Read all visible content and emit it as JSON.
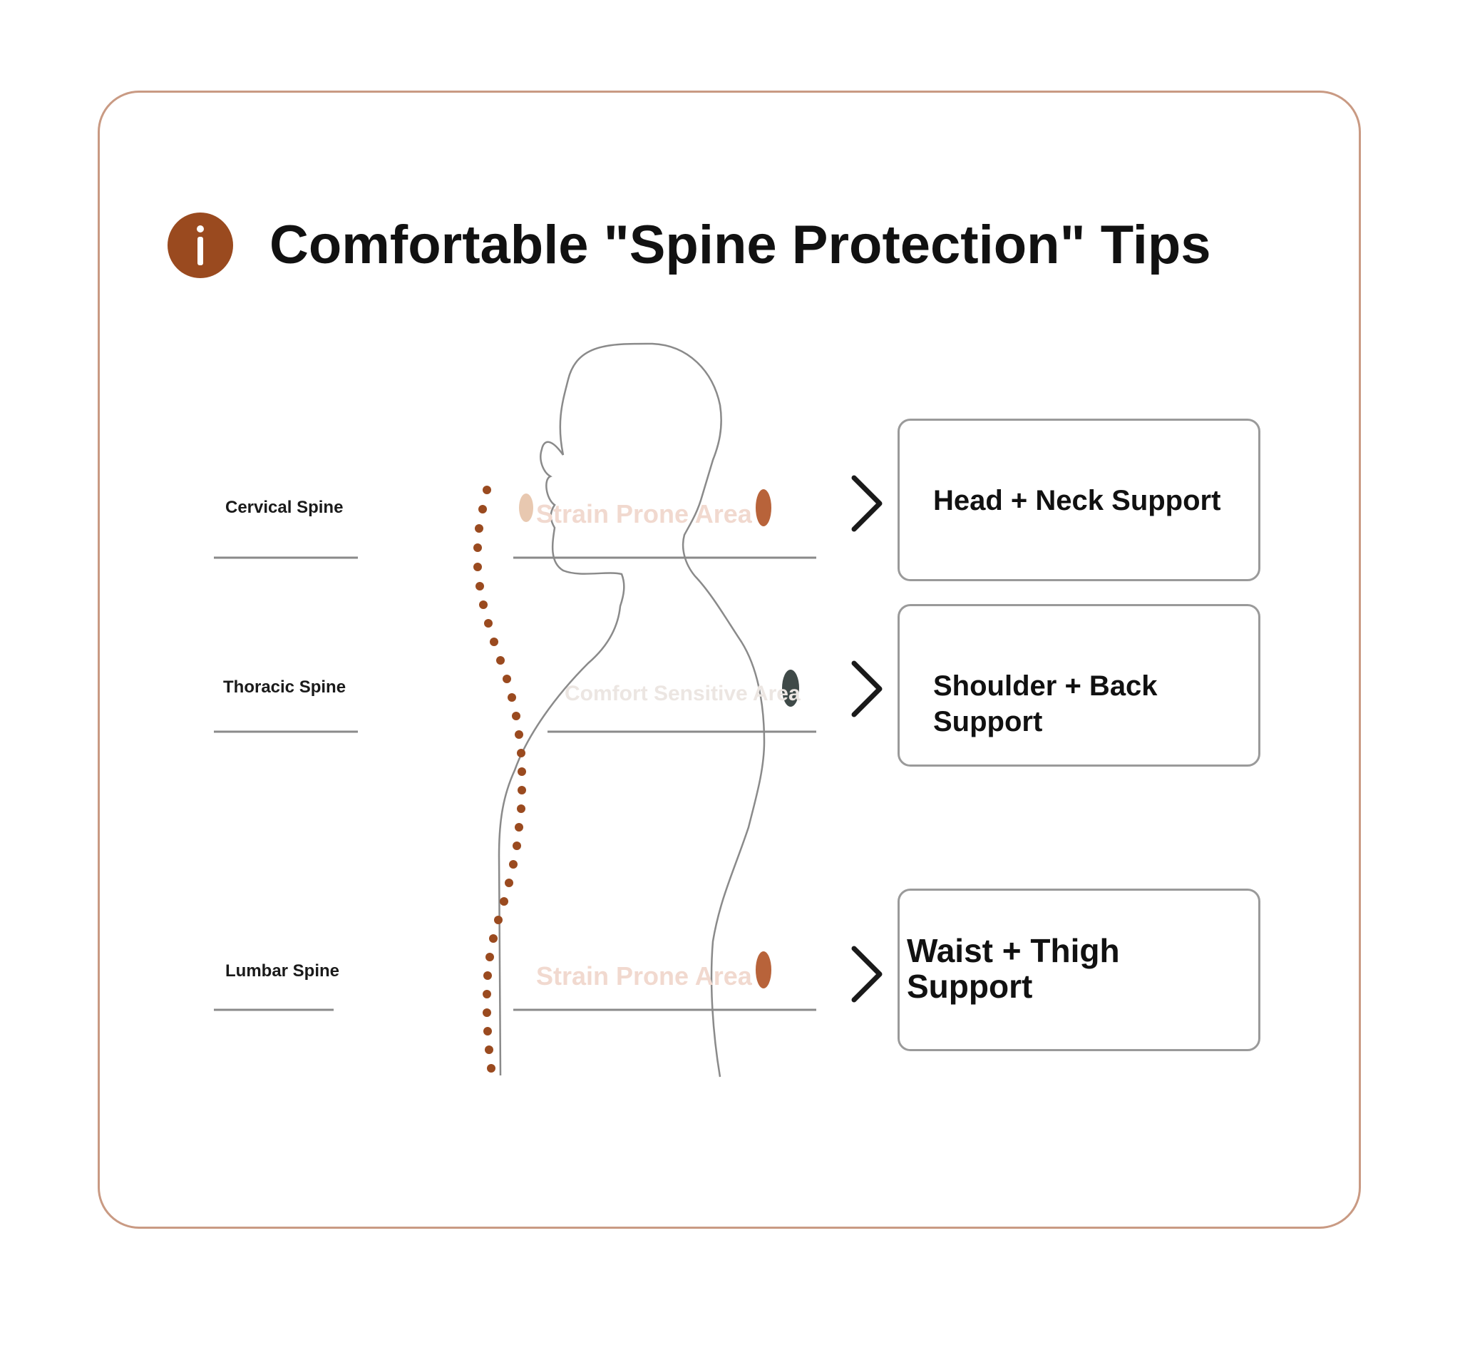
{
  "header": {
    "title": "Comfortable \"Spine Protection\" Tips",
    "icon": "info-icon",
    "icon_color": "#9a4a1f"
  },
  "spine_sections": [
    {
      "label": "Cervical Spine"
    },
    {
      "label": "Thoracic Spine"
    },
    {
      "label": "Lumbar Spine"
    }
  ],
  "areas": [
    {
      "label": "Strain Prone Area"
    },
    {
      "label": "Comfort Sensitive Area"
    },
    {
      "label": "Strain Prone Area"
    }
  ],
  "tips": [
    {
      "label": "Head + Neck Support"
    },
    {
      "label": "Shoulder + Back Support"
    },
    {
      "label": "Waist + Thigh Support"
    }
  ],
  "colors": {
    "card_border": "#c99a83",
    "vertebra": "#9a4a1f",
    "text": "#111111"
  }
}
